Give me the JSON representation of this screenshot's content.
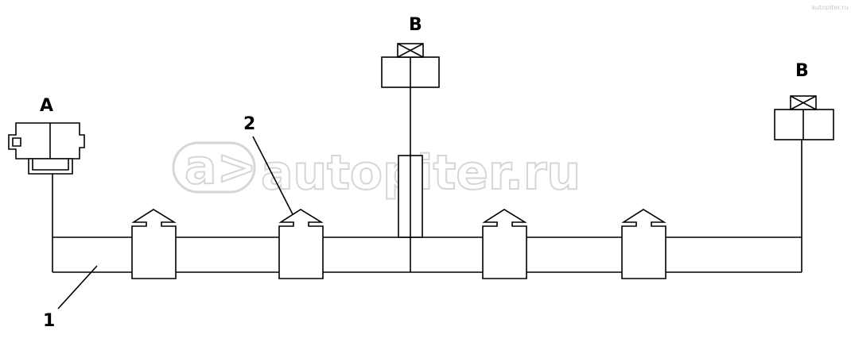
{
  "labels": {
    "connector_a": "A",
    "connector_b_center": "B",
    "connector_b_right": "B",
    "callout_1": "1",
    "callout_2": "2"
  },
  "watermark": {
    "text": "autopiter.ru",
    "logo_glyph": "a>",
    "corner_text": "autopiter.ru"
  },
  "colors": {
    "line": "#000000",
    "watermark": "#d6d6d6"
  }
}
